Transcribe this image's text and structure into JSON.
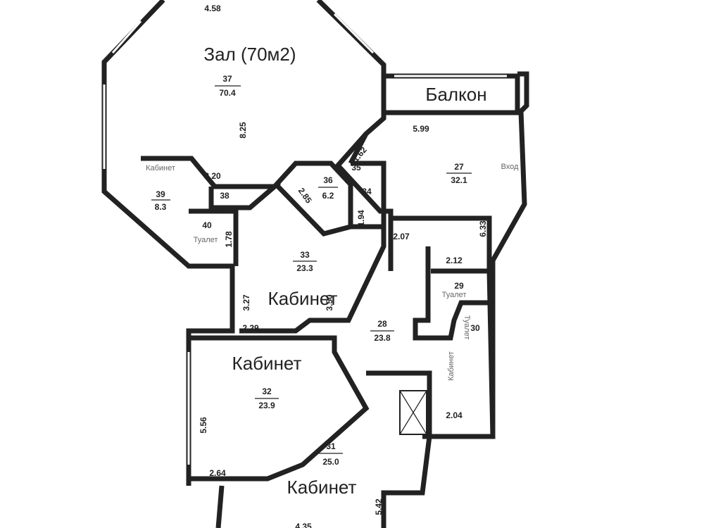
{
  "plan": {
    "hall_width": "4.58",
    "hall_title": "Зал (70м2)",
    "hall_no": "37",
    "hall_area": "70.4",
    "hall_depth": "8.25",
    "balcony": "Балкон",
    "r27_width": "5.99",
    "r27_no": "27",
    "r27_area": "32.1",
    "entrance": "Вход",
    "r27_depth": "6.33",
    "r39_label": "Кабинет",
    "w220": "2.20",
    "r39_no": "39",
    "r39_area": "8.3",
    "r38_no": "38",
    "r36_no": "36",
    "r36_area": "6.2",
    "d285": "2.85",
    "d162": "1.62",
    "r35_no": "35",
    "r34_no": "34",
    "d194": "1.94",
    "r40_no": "40",
    "r40_label": "Туалет",
    "d178": "1.78",
    "d207": "2.07",
    "r33_no": "33",
    "r33_area": "23.3",
    "d212": "2.12",
    "r33_label": "Кабинет",
    "d327": "3.27",
    "d350": "3.50",
    "r29_no": "29",
    "r29_label": "Туалет",
    "r30_label": "Туалет",
    "r30_no": "30",
    "d229": "2.29",
    "r28_no": "28",
    "r28_area": "23.8",
    "r32_label": "Кабинет",
    "r28_label": "Кабинет",
    "r32_no": "32",
    "r32_area": "23.9",
    "d556": "5.56",
    "d204": "2.04",
    "r31_no": "31",
    "r31_area": "25.0",
    "d264": "2.64",
    "r31_label": "Кабинет",
    "d542": "5.42",
    "d435": "4.35"
  }
}
